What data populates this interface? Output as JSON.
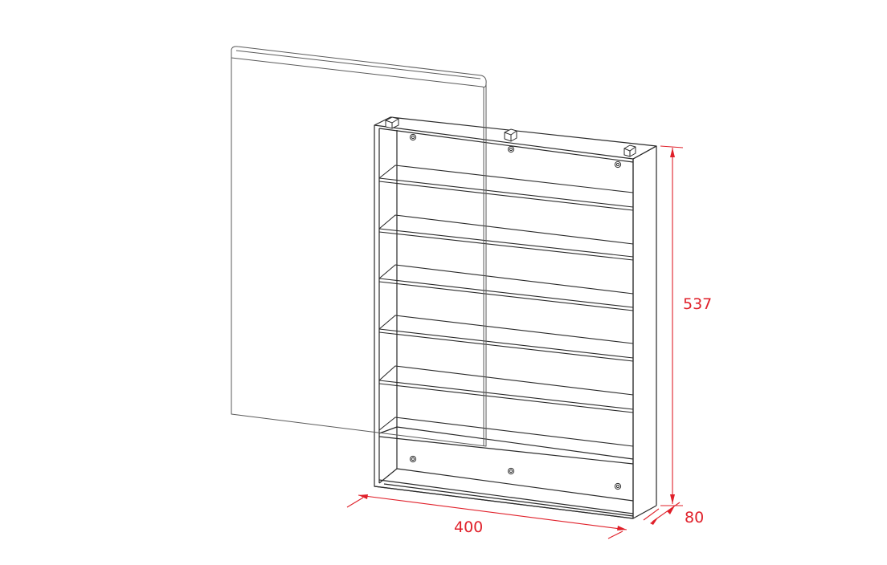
{
  "colors": {
    "linework": "#2a2a2a",
    "glass": "#5a5a5a",
    "dimension": "#e0202a"
  },
  "dimensions": {
    "height": "537",
    "width": "400",
    "depth": "80"
  },
  "parts": {
    "shelf_count": 6,
    "mounting_holes": 6,
    "top_pegs": 3
  }
}
